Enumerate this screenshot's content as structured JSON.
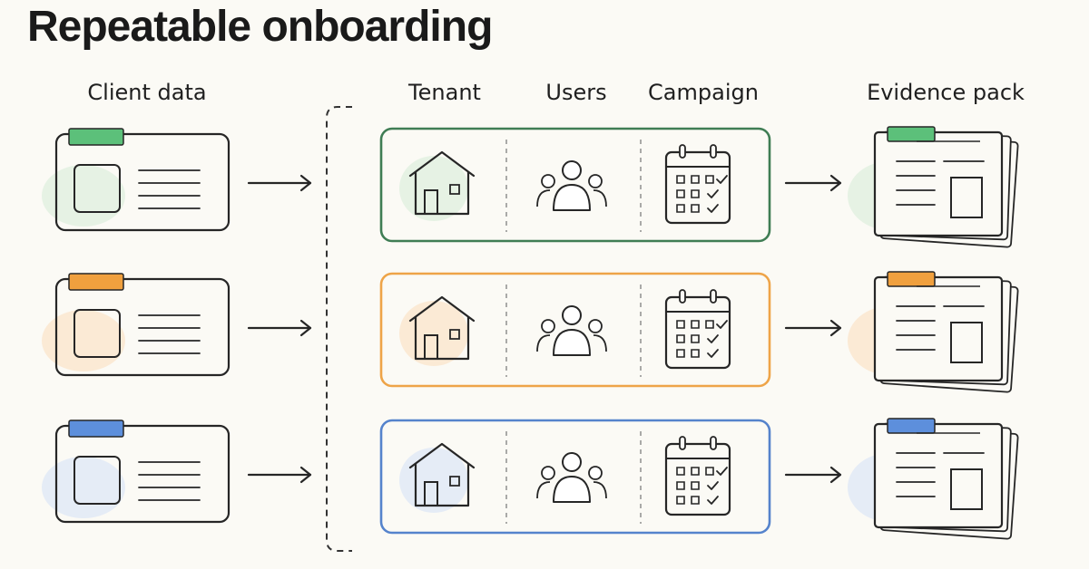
{
  "title": "Repeatable onboarding",
  "columns": {
    "client_data": "Client data",
    "tenant": "Tenant",
    "users": "Users",
    "campaign": "Campaign",
    "evidence_pack": "Evidence pack"
  },
  "rows": [
    {
      "name": "green",
      "accent": "#5cc07a",
      "border": "#3f7d54",
      "tint": "#e3f1e2"
    },
    {
      "name": "orange",
      "accent": "#f0a03e",
      "border": "#eea448",
      "tint": "#fbe8d2"
    },
    {
      "name": "blue",
      "accent": "#5d8fdc",
      "border": "#5583cc",
      "tint": "#e2eaf6"
    }
  ],
  "icons": [
    "document-card-icon",
    "arrow-right-icon",
    "house-icon",
    "users-group-icon",
    "calendar-checklist-icon",
    "evidence-pack-icon"
  ]
}
